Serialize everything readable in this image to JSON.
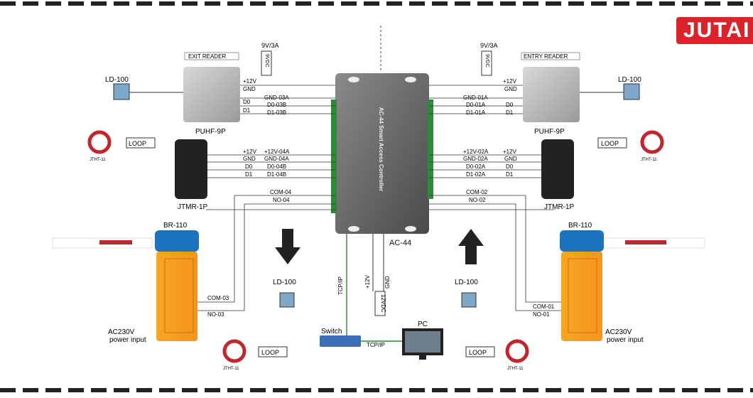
{
  "brand": "JUTAI",
  "controller": {
    "name": "AC-44",
    "title": "AC-44 Smart Access Controller",
    "psu_label": "12VDC",
    "plus_label": "+12V",
    "gnd_label": "GND",
    "tcp_label": "TCP/IP"
  },
  "exit_reader": {
    "title": "EXIT READER",
    "model": "PUHF-9P",
    "psu": "9V/3A",
    "psu_box": "9VDC"
  },
  "entry_reader": {
    "title": "ENTRY READER",
    "model": "PUHF-9P",
    "psu": "9V/3A",
    "psu_box": "9VDC"
  },
  "reader_wires": {
    "r3": {
      "left": [
        "+12V",
        "GND",
        "D0",
        "D1"
      ],
      "right": [
        "",
        "GND-03A",
        "D0-03B",
        "D1-03B"
      ]
    },
    "r1": {
      "left": [
        "GND-01A",
        "D0-01A",
        "D1-01A"
      ],
      "right": [
        "+12V",
        "GND",
        "D0",
        "D1"
      ]
    },
    "r4": {
      "left": [
        "+12V",
        "GND",
        "D0",
        "D1"
      ],
      "right": [
        "+12V-04A",
        "GND-04A",
        "D0-04B",
        "D1-04B"
      ]
    },
    "r2": {
      "left": [
        "+12V-02A",
        "GND-02A",
        "D0-02A",
        "D1-02A"
      ],
      "right": [
        "+12V",
        "GND",
        "D0",
        "D1"
      ]
    }
  },
  "card_reader_left": "JTMR-1P",
  "card_reader_right": "JTMR-1P",
  "relay_left": {
    "com": "COM-04",
    "no": "NO-04"
  },
  "relay_right": {
    "com": "COM-02",
    "no": "NO-02"
  },
  "barrier_left": {
    "model": "BR-110",
    "com": "COM-03",
    "no": "NO-03",
    "power": [
      "AC230V",
      "power input"
    ]
  },
  "barrier_right": {
    "model": "BR-110",
    "com": "COM-01",
    "no": "NO-01",
    "power": [
      "AC230V",
      "power input"
    ]
  },
  "loop_detectors": [
    "LD-100",
    "LD-100",
    "LD-100",
    "LD-100"
  ],
  "loop_label": "LOOP",
  "loop_coil": "JTHT-11",
  "switch_label": "Switch",
  "pc_label": "PC",
  "tcp_label": "TCP/IP"
}
